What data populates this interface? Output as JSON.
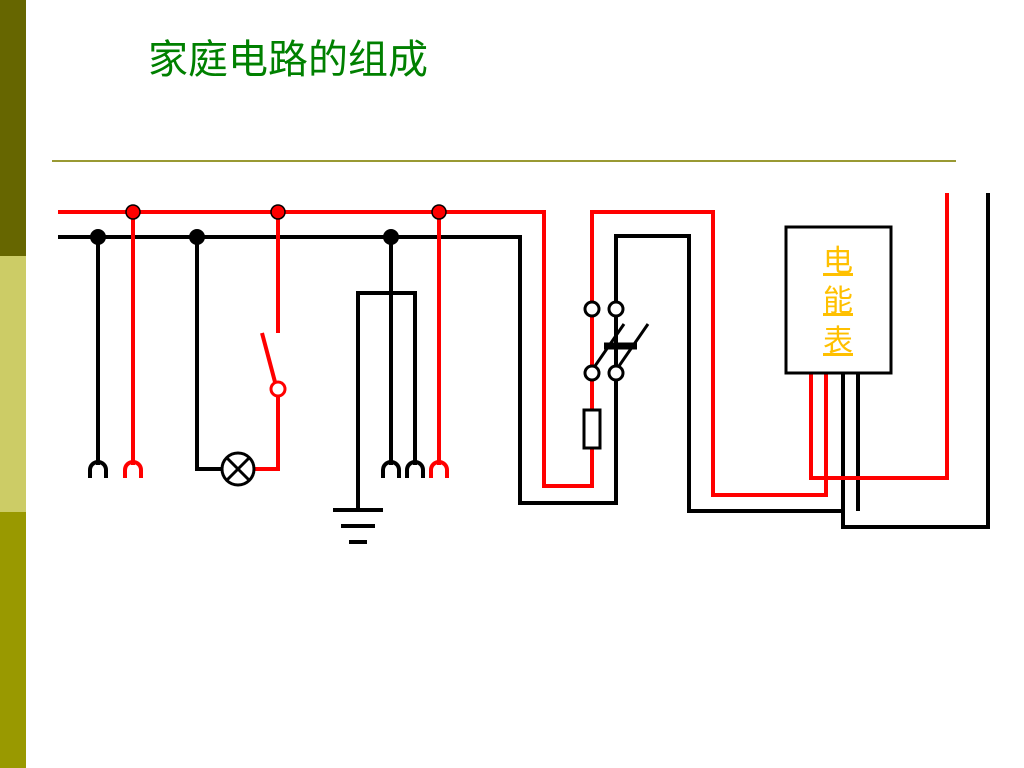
{
  "slide": {
    "title": "家庭电路的组成"
  },
  "meter": {
    "label_chars": [
      "电",
      "能",
      "表"
    ]
  },
  "colors": {
    "side_bar_top": "#666600",
    "side_bar_mid": "#cccc66",
    "side_bar_bottom": "#999900",
    "title": "#008000",
    "rule": "#999933",
    "live_wire": "#ff0000",
    "neutral_wire": "#000000",
    "meter_label": "#ffc000"
  }
}
